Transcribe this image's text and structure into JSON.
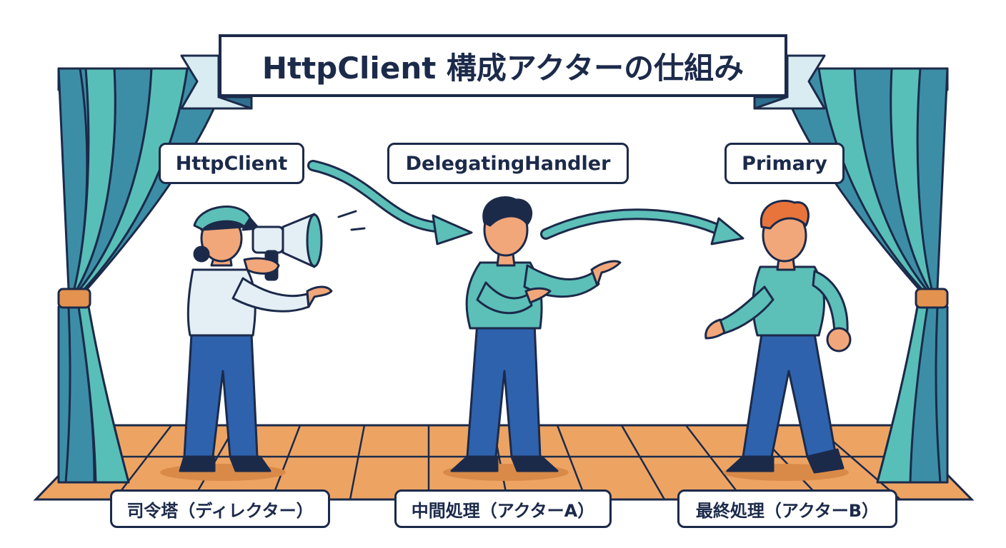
{
  "title": "HttpClient 構成アクターの仕組み",
  "actors": [
    {
      "role_label": "HttpClient",
      "caption": "司令塔（ディレクター）"
    },
    {
      "role_label": "DelegatingHandler",
      "caption": "中間処理（アクターA）"
    },
    {
      "role_label": "Primary",
      "caption": "最終処理（アクターB）"
    }
  ],
  "colors": {
    "outline": "#1c2a4a",
    "curtain_dark": "#2e6f8e",
    "curtain_mid": "#3c8ea6",
    "curtain_light": "#58bfb8",
    "curtain_tie": "#e3934f",
    "floor": "#eda463",
    "floor_edge": "#d98a48",
    "shirt_teal": "#5cbfb8",
    "shirt_white": "#e4eef5",
    "pants": "#2e62ad",
    "skin": "#f2a77a",
    "arrow": "#5cbfb8",
    "banner_ribbon": "#d8ecf2"
  }
}
